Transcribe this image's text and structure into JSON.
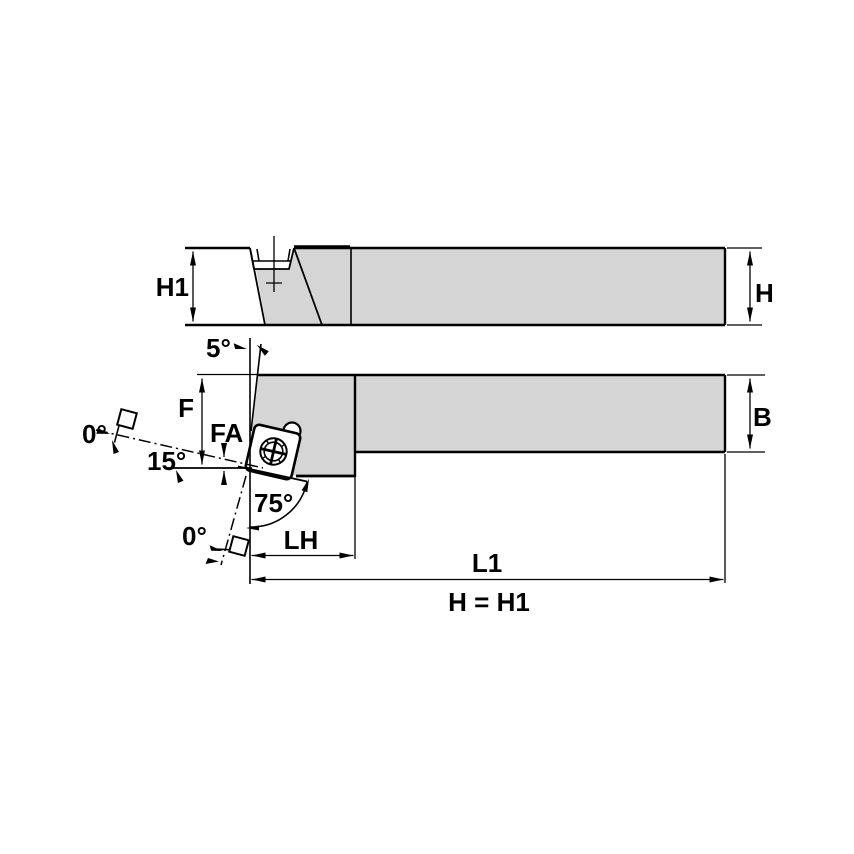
{
  "drawing": {
    "type": "technical-drawing",
    "subject": "Lathe toolholder with indexable insert — two orthographic views with dimensions",
    "colors": {
      "body": "#d5d5d5",
      "line": "#000000",
      "background": "#ffffff",
      "insert": "#ffffff"
    },
    "labels": {
      "h1": "H1",
      "h": "H",
      "f": "F",
      "fa": "FA",
      "b": "B",
      "lh": "LH",
      "l1": "L1",
      "equation": "H = H1",
      "angle_rake": "5°",
      "angle_inclination_top": "0°",
      "angle_back": "15°",
      "angle_lead": "75°",
      "angle_inclination_bottom": "0°"
    }
  }
}
